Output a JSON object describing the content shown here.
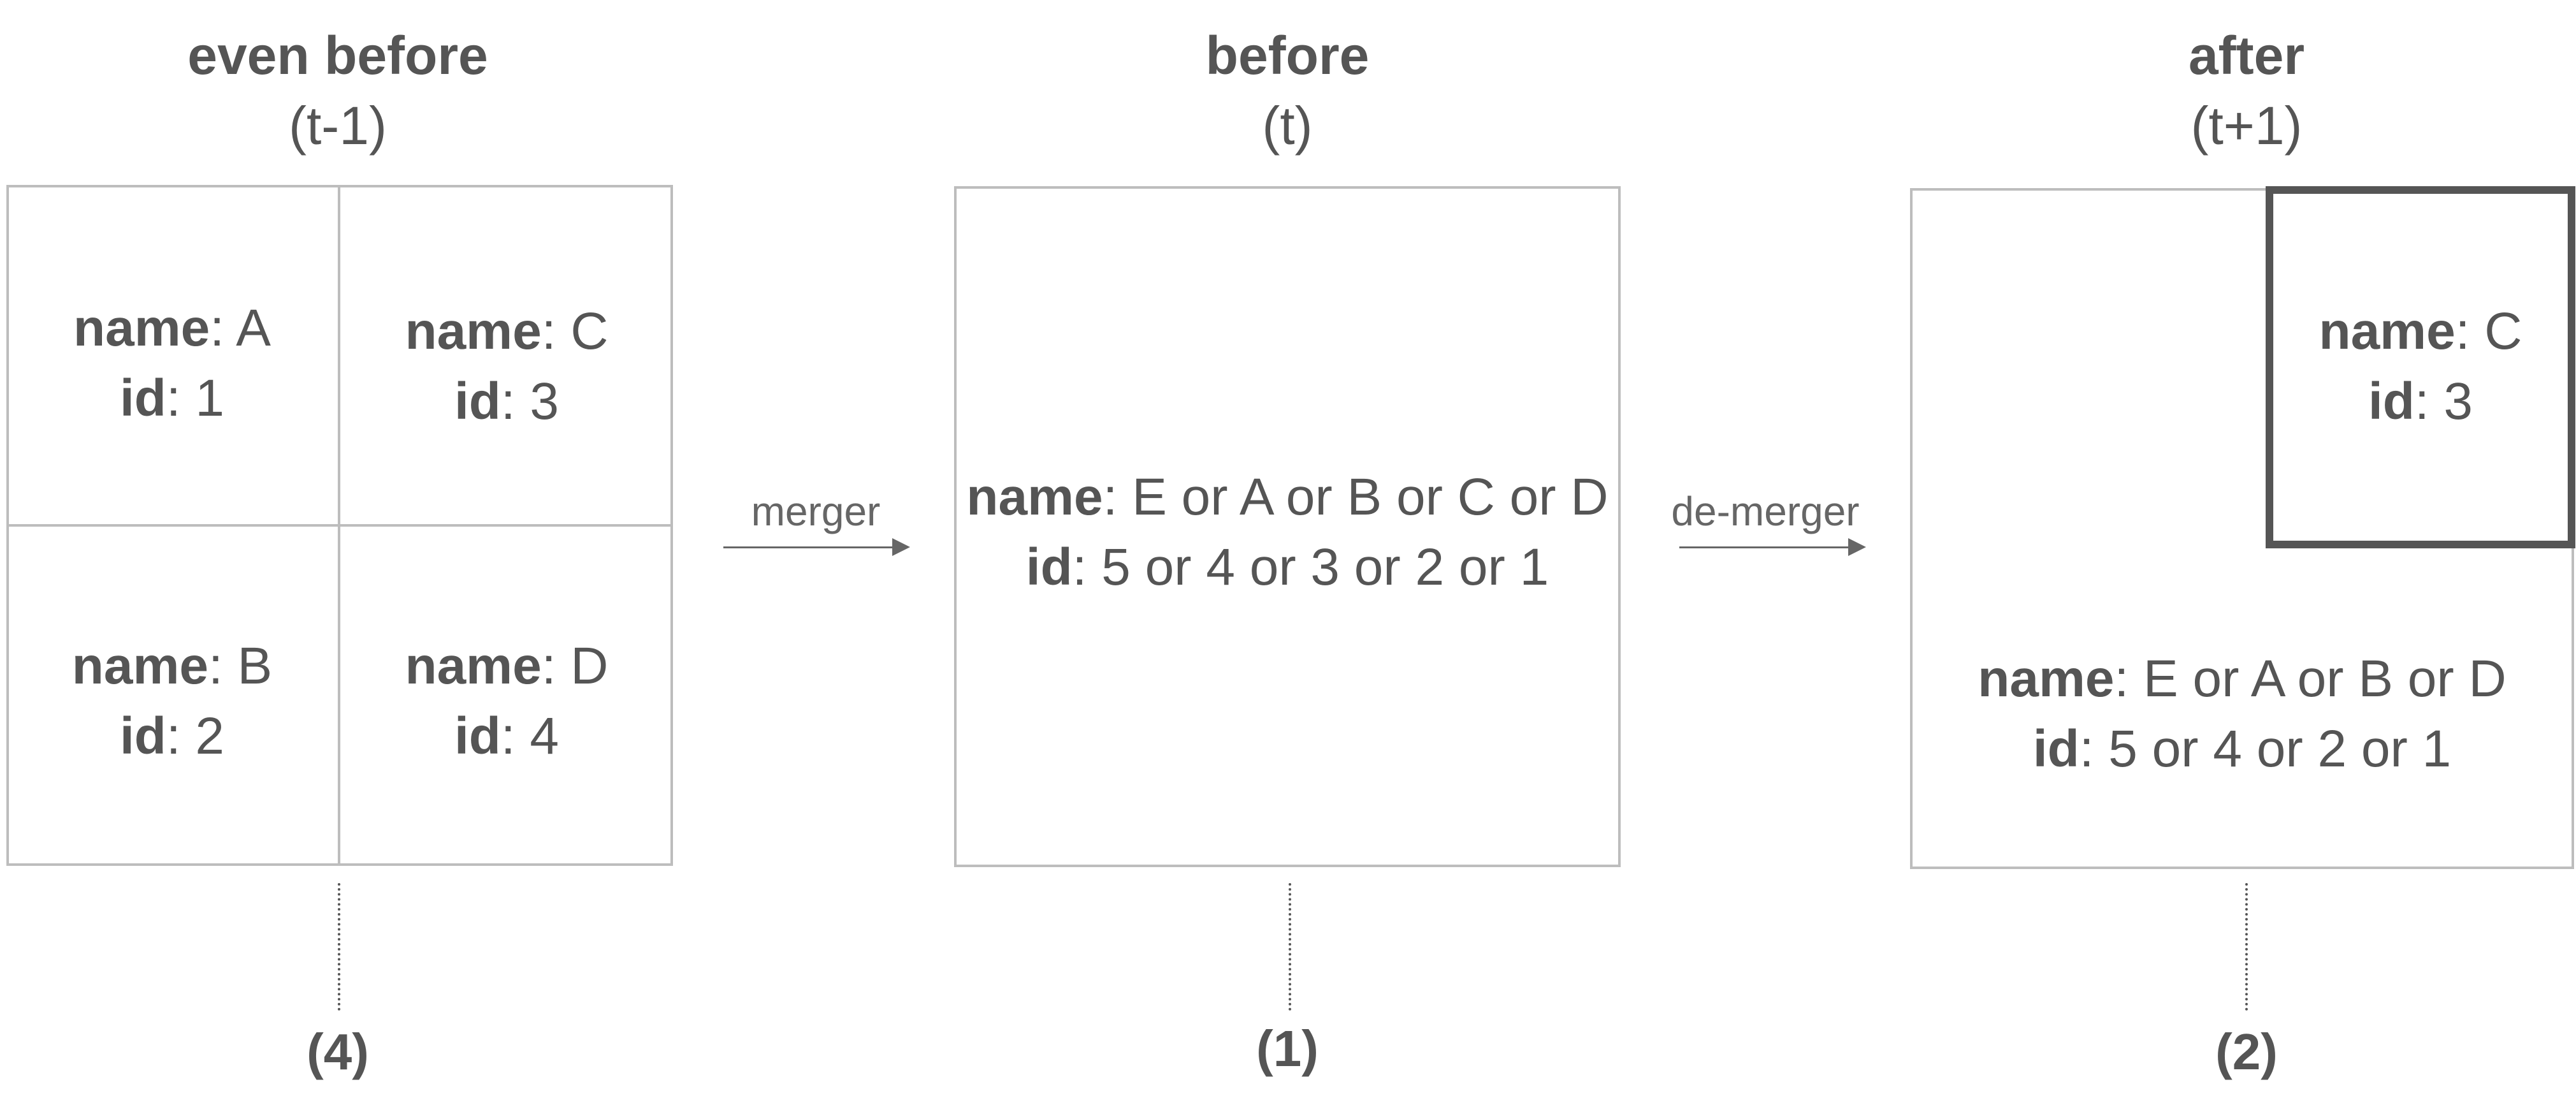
{
  "panels": [
    {
      "title": "even before",
      "subtitle": "(t-1)",
      "cells": [
        {
          "name": "A",
          "id": "1"
        },
        {
          "name": "C",
          "id": "3"
        },
        {
          "name": "B",
          "id": "2"
        },
        {
          "name": "D",
          "id": "4"
        }
      ],
      "marker": "(4)"
    },
    {
      "title": "before",
      "subtitle": "(t)",
      "cells": [
        {
          "name": "E or A or B or C or D",
          "id": "5 or 4 or 3 or 2 or 1"
        }
      ],
      "marker": "(1)"
    },
    {
      "title": "after",
      "subtitle": "(t+1)",
      "cells": [
        {
          "name": "C",
          "id": "3"
        },
        {
          "name": "E or A or B or D",
          "id": "5 or 4 or 2 or 1"
        }
      ],
      "marker": "(2)"
    }
  ],
  "arrows": [
    {
      "label": "merger"
    },
    {
      "label": "de-merger"
    }
  ],
  "field_labels": {
    "name": "name",
    "id": "id",
    "separator": ": "
  },
  "colors": {
    "text": "#555555",
    "box_border": "#bdbdbd",
    "highlight_border": "#555555",
    "arrow": "#666666"
  }
}
